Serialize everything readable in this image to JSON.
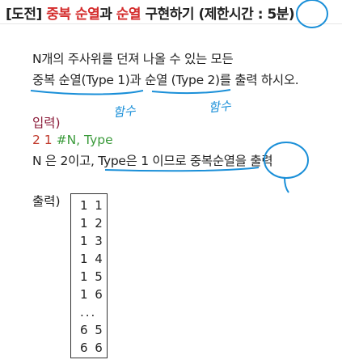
{
  "title": {
    "prefix": "[도전] ",
    "highlight1": "중복 순열",
    "mid": "과 ",
    "highlight2": "순열",
    "suffix": " 구현하기 (제한시간 : 5분)"
  },
  "problem": {
    "line1": "N개의 주사위를 던져 나올 수 있는 모든",
    "line2": "중복 순열(Type 1)과 순열 (Type 2)를 출력 하시오."
  },
  "input": {
    "label": "입력)",
    "values": "2 1",
    "comment": "#N, Type"
  },
  "description": "N 은 2이고, Type은 1 이므로 중복순열을 출력",
  "output": {
    "label": "출력)",
    "lines": [
      "1 1",
      "1 2",
      "1 3",
      "1 4",
      "1 5",
      "1 6",
      "...",
      "6 5",
      "6 6"
    ]
  },
  "annotations": {
    "note_left": "함수",
    "note_right": "함수"
  },
  "colors": {
    "title_highlight": "#d42c2c",
    "ink": "#1a8fd8",
    "input_label": "#8b1c3a",
    "input_values": "#c0392b",
    "comment": "#3a9a3a"
  }
}
